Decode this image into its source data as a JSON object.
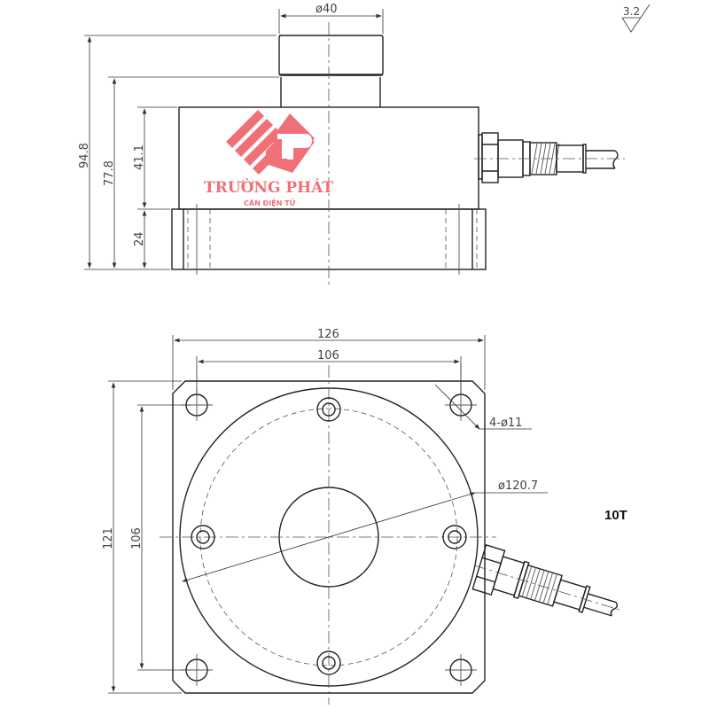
{
  "drawing": {
    "type": "technical drawing - load cell (side view and top view)",
    "surface_finish": "3.2",
    "side_view": {
      "dimensions": {
        "top_diameter": "ø40",
        "total_height": "94.8",
        "height_to_top_body": "77.8",
        "body_height": "41.1",
        "base_height": "24"
      }
    },
    "top_view": {
      "dimensions": {
        "outer_width": "126",
        "hole_spacing_horizontal": "106",
        "outer_height": "121",
        "hole_spacing_vertical": "106",
        "mounting_holes": "4-ø11",
        "body_diameter": "ø120.7"
      }
    },
    "model_label": "10T"
  },
  "watermark": {
    "brand": "TRƯỜNG PHÁT",
    "tagline": "CÂN ĐIỆN TỬ",
    "color": "#f07078"
  }
}
